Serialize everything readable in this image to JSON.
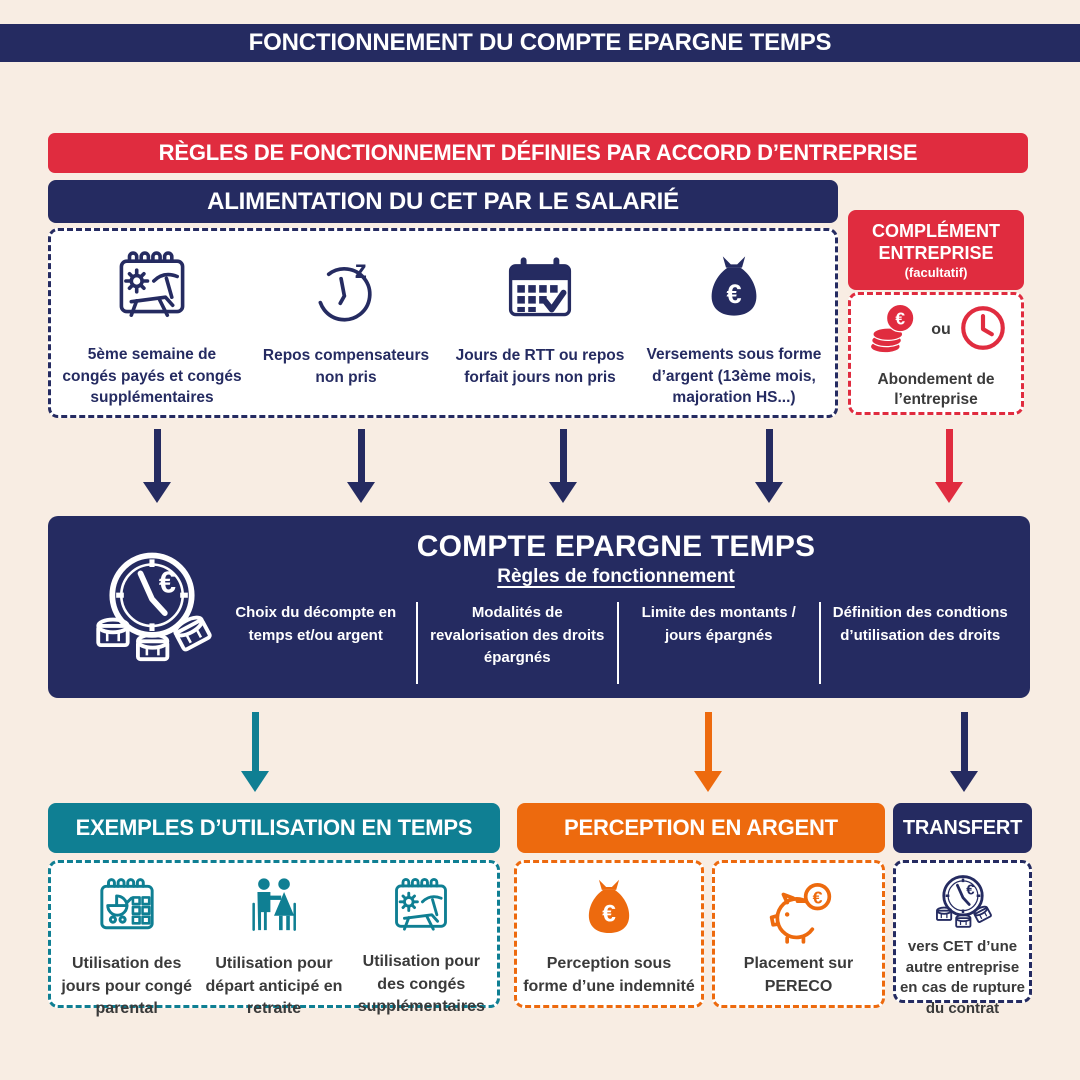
{
  "title": "FONCTIONNEMENT DU COMPTE EPARGNE TEMPS",
  "rules_banner": "RÈGLES DE FONCTIONNEMENT DÉFINIES PAR ACCORD D’ENTREPRISE",
  "alimentation": {
    "title": "ALIMENTATION DU CET PAR LE SALARIÉ",
    "items": [
      {
        "icon": "beach-calendar-icon",
        "label": "5ème semaine de congés payés et congés supplémentaires"
      },
      {
        "icon": "snooze-clock-icon",
        "label": "Repos compensateurs non pris"
      },
      {
        "icon": "check-calendar-icon",
        "label": "Jours de RTT ou repos forfait jours non pris"
      },
      {
        "icon": "money-bag-icon",
        "label": "Versements sous forme d’argent (13ème mois, majoration HS...)"
      }
    ]
  },
  "complement": {
    "title_line1": "COMPLÉMENT",
    "title_line2": "ENTREPRISE",
    "subtitle": "(facultatif)",
    "or_label": "ou",
    "label": "Abondement de l’entreprise"
  },
  "cet": {
    "title": "COMPTE EPARGNE TEMPS",
    "subtitle": "Règles de fonctionnement",
    "columns": [
      "Choix du décompte en temps et/ou argent",
      "Modalités de revalorisation des droits épargnés",
      "Limite des montants / jours épargnés",
      "Définition des condtions d’utilisation des droits"
    ]
  },
  "usage_time": {
    "title": "EXEMPLES D’UTILISATION EN TEMPS",
    "items": [
      {
        "icon": "baby-calendar-icon",
        "label": "Utilisation des jours pour congé parental"
      },
      {
        "icon": "retirement-couple-icon",
        "label": "Utilisation pour départ anticipé en retraite"
      },
      {
        "icon": "beach-calendar-icon",
        "label": "Utilisation pour des congés supplémentaires"
      }
    ]
  },
  "money": {
    "title": "PERCEPTION EN ARGENT",
    "items": [
      {
        "icon": "money-bag-icon",
        "label": "Perception sous forme d’une indemnité"
      },
      {
        "icon": "piggy-bank-icon",
        "label": "Placement sur PERECO"
      }
    ]
  },
  "transfer": {
    "title": "TRANSFERT",
    "label": "vers CET d’une autre entreprise en cas de rupture du contrat"
  },
  "colors": {
    "navy": "#252b61",
    "red": "#e02c3f",
    "teal": "#0f7f93",
    "orange": "#ed6a0e",
    "cream": "#f8ede3",
    "charcoal": "#3a3a3a"
  }
}
